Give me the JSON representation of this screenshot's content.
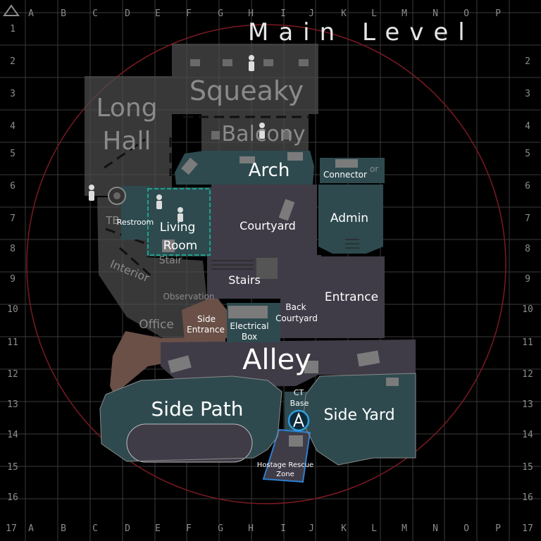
{
  "title": "Main Level",
  "grid": {
    "columns": [
      "A",
      "B",
      "C",
      "D",
      "E",
      "F",
      "G",
      "H",
      "I",
      "J",
      "K",
      "L",
      "M",
      "N",
      "O",
      "P"
    ],
    "rows": [
      "1",
      "2",
      "3",
      "4",
      "5",
      "6",
      "7",
      "8",
      "9",
      "10",
      "11",
      "12",
      "13",
      "14",
      "15",
      "16",
      "17"
    ],
    "corner_right": "17"
  },
  "areas": {
    "squeaky": "Squeaky",
    "long": "Long",
    "hall": "Hall",
    "balcony": "Balcony",
    "arch": "Arch",
    "connector": "Connector",
    "connector_cut": "or",
    "tb": "TB",
    "restroom": "Restroom",
    "living": "Living",
    "room": "Room",
    "stair": "Stair",
    "courtyard": "Courtyard",
    "admin": "Admin",
    "interior": "Interior",
    "stairs": "Stairs",
    "observation": "Observation",
    "office": "Office",
    "side": "Side",
    "entrance_small": "Entrance",
    "electrical": "Electrical",
    "box": "Box",
    "back": "Back",
    "back_courtyard": "Courtyard",
    "entrance": "Entrance",
    "alley": "Alley",
    "side_path": "Side Path",
    "ct": "CT",
    "base": "Base",
    "side_yard": "Side Yard",
    "hostage": "Hostage Rescue",
    "zone": "Zone"
  },
  "colors": {
    "background": "#000000",
    "grid": "#3a3a3a",
    "boundary": "#7a1a22",
    "teal": "#2e4a4f",
    "purple": "#3f3c47",
    "brown": "#6a5047",
    "ghost": "#4e4e4e",
    "highlight": "#1fa08a",
    "ct_ring": "#2f9fe0"
  },
  "icons": [
    "ct-spawn-icon",
    "person-icon",
    "camera-icon"
  ]
}
